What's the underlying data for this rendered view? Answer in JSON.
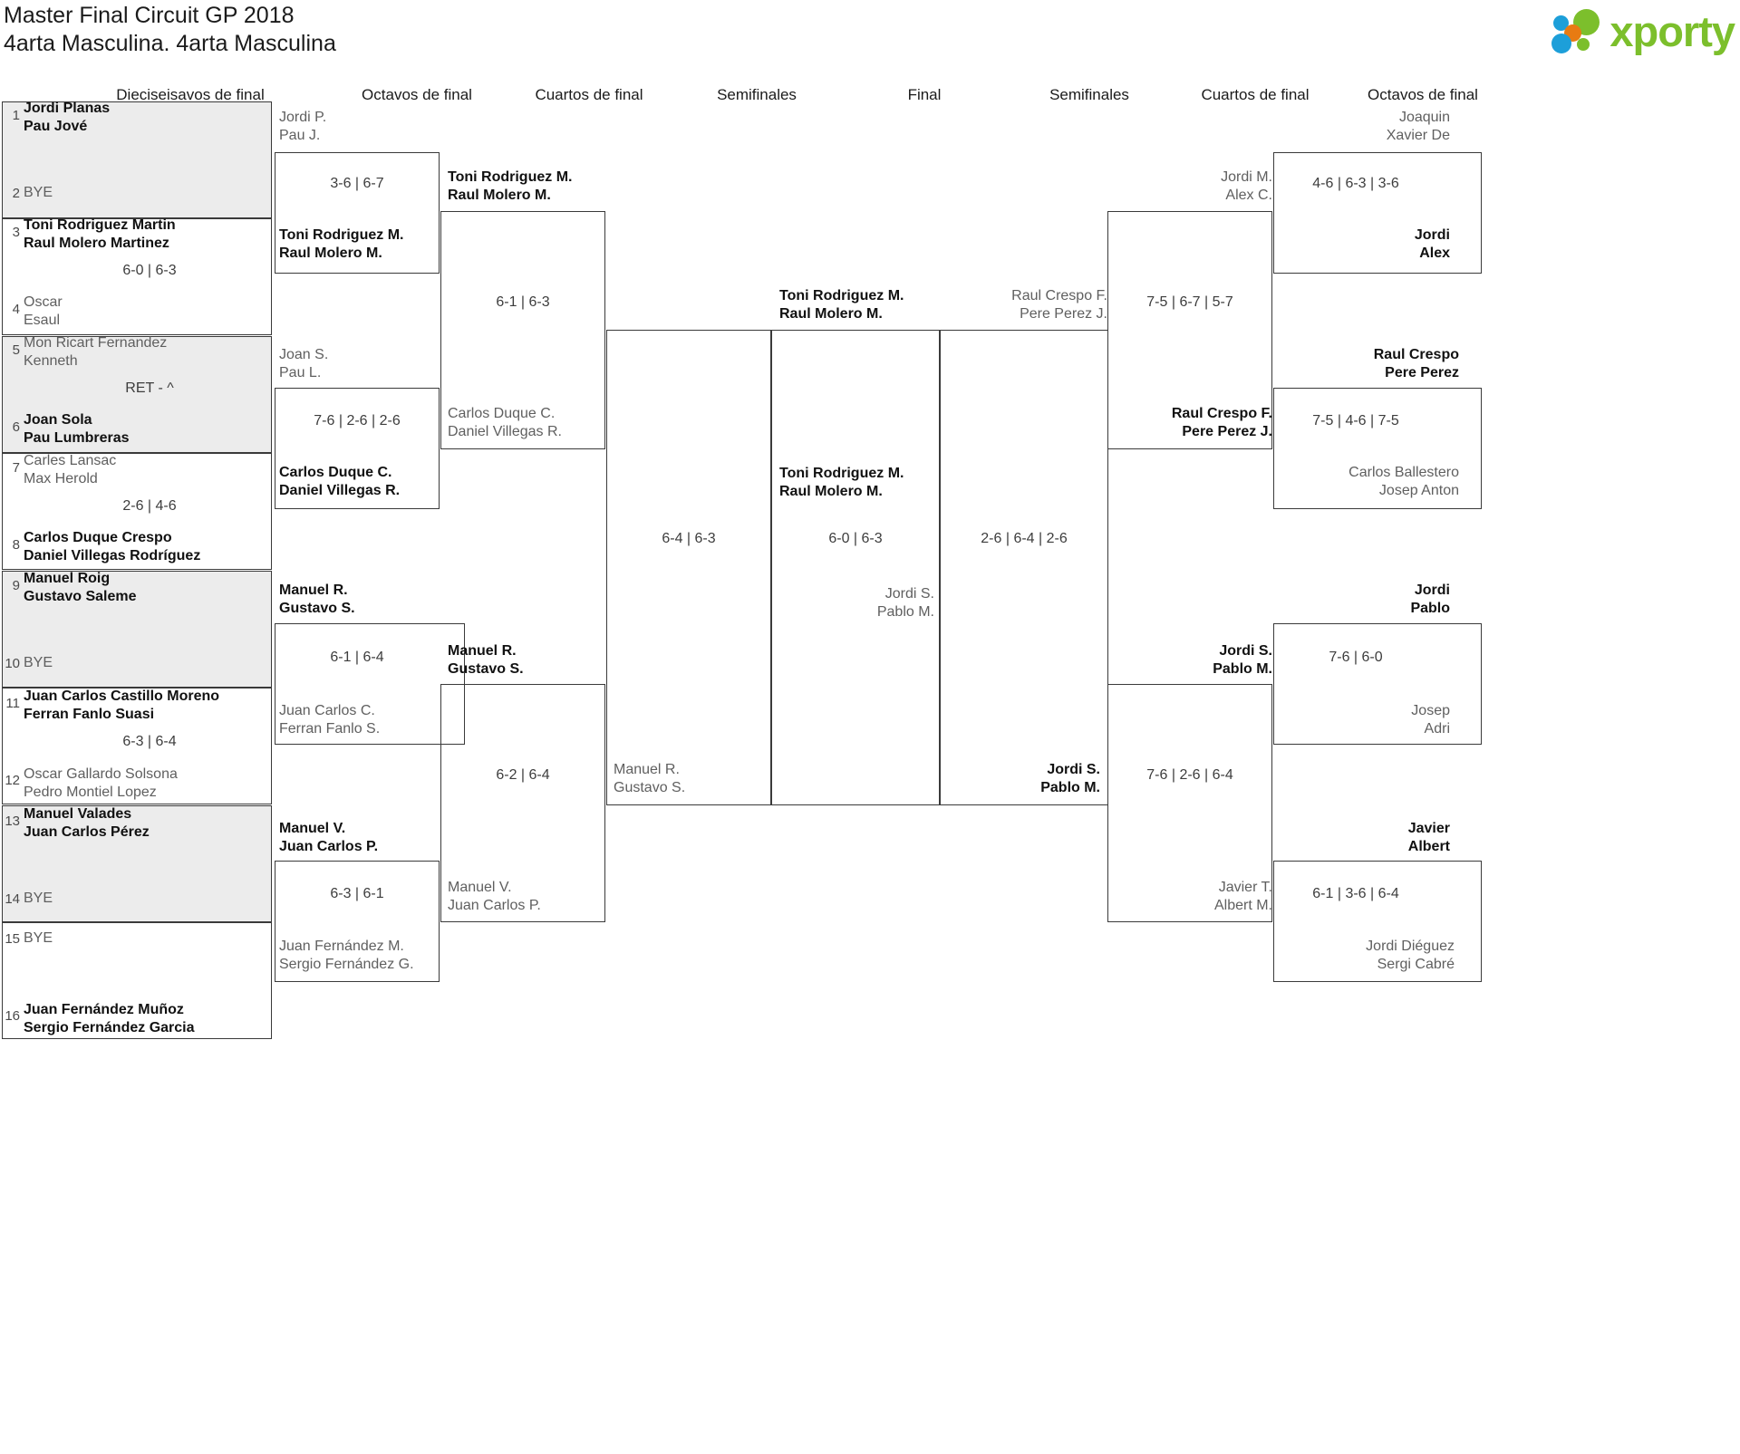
{
  "header": {
    "tournament_title": "Master Final Circuit GP 2018",
    "category_title": "4arta Masculina. 4arta Masculina",
    "logo_text": "xporty",
    "logo_colors": {
      "green": "#7cbf2c",
      "blue": "#1d9fd9",
      "orange": "#e87b12"
    }
  },
  "rounds": {
    "r1_left": "Dieciseisavos de final",
    "r2_left": "Octavos de final",
    "r3_left": "Cuartos de final",
    "r4_left": "Semifinales",
    "final": "Final",
    "r4_right": "Semifinales",
    "r3_right": "Cuartos de final",
    "r2_right": "Octavos de final"
  },
  "round_of_32": {
    "seeds": [
      "1",
      "2",
      "3",
      "4",
      "5",
      "6",
      "7",
      "8",
      "9",
      "10",
      "11",
      "12",
      "13",
      "14",
      "15",
      "16"
    ],
    "entries": [
      {
        "seed": "1",
        "line1": "Jordi Planas",
        "line2": "Pau Jové",
        "result": "winner"
      },
      {
        "seed": "2",
        "line1": "BYE",
        "line2": "",
        "result": "bye"
      },
      {
        "seed": "3",
        "line1": "Toni Rodriguez Martin",
        "line2": "Raul Molero Martinez",
        "result": "winner"
      },
      {
        "seed": "4",
        "line1": "Oscar",
        "line2": "Esaul",
        "result": "loser"
      },
      {
        "seed": "5",
        "line1": "Mon Ricart Fernandez",
        "line2": "Kenneth",
        "result": "loser"
      },
      {
        "seed": "6",
        "line1": "Joan Sola",
        "line2": "Pau Lumbreras",
        "result": "winner"
      },
      {
        "seed": "7",
        "line1": "Carles Lansac",
        "line2": "Max Herold",
        "result": "loser"
      },
      {
        "seed": "8",
        "line1": "Carlos Duque Crespo",
        "line2": "Daniel Villegas Rodríguez",
        "result": "winner"
      },
      {
        "seed": "9",
        "line1": "Manuel Roig",
        "line2": "Gustavo Saleme",
        "result": "winner"
      },
      {
        "seed": "10",
        "line1": "BYE",
        "line2": "",
        "result": "bye"
      },
      {
        "seed": "11",
        "line1": "Juan Carlos Castillo Moreno",
        "line2": "Ferran Fanlo Suasi",
        "result": "winner"
      },
      {
        "seed": "12",
        "line1": "Oscar Gallardo Solsona",
        "line2": "Pedro Montiel Lopez",
        "result": "loser"
      },
      {
        "seed": "13",
        "line1": "Manuel Valades",
        "line2": "Juan Carlos Pérez",
        "result": "winner"
      },
      {
        "seed": "14",
        "line1": "BYE",
        "line2": "",
        "result": "bye"
      },
      {
        "seed": "15",
        "line1": "BYE",
        "line2": "",
        "result": "bye"
      },
      {
        "seed": "16",
        "line1": "Juan Fernández Muñoz",
        "line2": "Sergio Fernández Garcia",
        "result": "winner"
      }
    ],
    "scores": [
      "",
      "6-0 | 6-3",
      "RET - ^",
      "2-6 | 4-6",
      "",
      "6-3 | 6-4",
      "",
      ""
    ]
  },
  "left_octavos": {
    "matches": [
      {
        "top": {
          "line1": "Jordi P.",
          "line2": "Pau J.",
          "result": "loser"
        },
        "bottom": {
          "line1": "Toni Rodriguez M.",
          "line2": "Raul Molero M.",
          "result": "winner"
        },
        "score": "3-6 | 6-7"
      },
      {
        "top": {
          "line1": "Joan S.",
          "line2": "Pau L.",
          "result": "loser"
        },
        "bottom": {
          "line1": "Carlos Duque C.",
          "line2": "Daniel Villegas R.",
          "result": "winner"
        },
        "score": "7-6 | 2-6 | 2-6"
      },
      {
        "top": {
          "line1": "Manuel R.",
          "line2": "Gustavo S.",
          "result": "winner"
        },
        "bottom": {
          "line1": "Juan Carlos C.",
          "line2": "Ferran Fanlo S.",
          "result": "loser"
        },
        "score": "6-1 | 6-4"
      },
      {
        "top": {
          "line1": "Manuel V.",
          "line2": "Juan Carlos P.",
          "result": "winner"
        },
        "bottom": {
          "line1": "Juan Fernández M.",
          "line2": "Sergio Fernández G.",
          "result": "loser"
        },
        "score": "6-3 | 6-1"
      }
    ]
  },
  "left_cuartos": {
    "matches": [
      {
        "top": {
          "line1": "Toni Rodriguez M.",
          "line2": "Raul Molero M.",
          "result": "winner"
        },
        "bottom": {
          "line1": "Carlos Duque C.",
          "line2": "Daniel Villegas R.",
          "result": "loser"
        },
        "score": "6-1 | 6-3"
      },
      {
        "top": {
          "line1": "Manuel R.",
          "line2": "Gustavo S.",
          "result": "winner"
        },
        "bottom": {
          "line1": "Manuel V.",
          "line2": "Juan Carlos P.",
          "result": "loser"
        },
        "score": "6-2 | 6-4"
      }
    ]
  },
  "left_semifinal": {
    "top": {
      "line1": "Toni Rodriguez M.",
      "line2": "Raul Molero M.",
      "result": "winner"
    },
    "bottom": {
      "line1": "Manuel R.",
      "line2": "Gustavo S.",
      "result": "loser"
    },
    "score": "6-4 | 6-3"
  },
  "final": {
    "top": {
      "line1": "Toni Rodriguez M.",
      "line2": "Raul Molero M.",
      "result": "winner"
    },
    "bottom": {
      "line1": "Jordi S.",
      "line2": "Pablo M.",
      "result": "loser"
    },
    "score": "6-0 | 6-3"
  },
  "right_semifinal": {
    "top": {
      "line1": "Raul Crespo F.",
      "line2": "Pere Perez J.",
      "result": "loser"
    },
    "bottom": {
      "line1": "Jordi S.",
      "line2": "Pablo M.",
      "result": "winner"
    },
    "score": "2-6 | 6-4 | 2-6"
  },
  "right_cuartos": {
    "matches": [
      {
        "top": {
          "line1": "Jordi M.",
          "line2": "Alex C.",
          "result": "loser"
        },
        "bottom": {
          "line1": "Raul Crespo F.",
          "line2": "Pere Perez J.",
          "result": "winner"
        },
        "score": "7-5 | 6-7 | 5-7"
      },
      {
        "top": {
          "line1": "Jordi S.",
          "line2": "Pablo M.",
          "result": "winner"
        },
        "bottom": {
          "line1": "Javier T.",
          "line2": "Albert M.",
          "result": "loser"
        },
        "score": "7-6 | 2-6 | 6-4"
      }
    ]
  },
  "right_octavos": {
    "matches": [
      {
        "top": {
          "line1": "Joaquin",
          "line2": "Xavier De",
          "result": "loser"
        },
        "bottom": {
          "line1": "Jordi",
          "line2": "Alex",
          "result": "winner"
        },
        "score": "4-6 | 6-3 | 3-6"
      },
      {
        "top": {
          "line1": "Raul Crespo",
          "line2": "Pere Perez",
          "result": "winner"
        },
        "bottom": {
          "line1": "Carlos Ballestero",
          "line2": "Josep Anton",
          "result": "loser"
        },
        "score": "7-5 | 4-6 | 7-5"
      },
      {
        "top": {
          "line1": "Jordi",
          "line2": "Pablo",
          "result": "winner"
        },
        "bottom": {
          "line1": "Josep",
          "line2": "Adri",
          "result": "loser"
        },
        "score": "7-6 | 6-0"
      },
      {
        "top": {
          "line1": "Javier",
          "line2": "Albert",
          "result": "winner"
        },
        "bottom": {
          "line1": "Jordi Diéguez",
          "line2": "Sergi Cabré",
          "result": "loser"
        },
        "score": "6-1 | 3-6 | 6-4"
      }
    ]
  }
}
